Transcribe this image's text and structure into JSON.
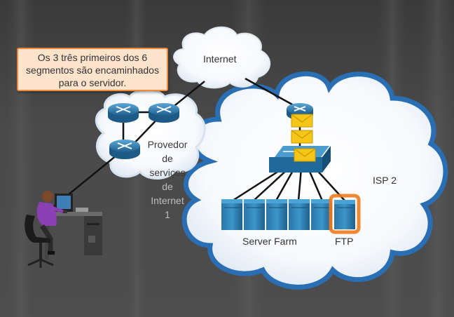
{
  "callout": {
    "lines": [
      "Os 3 três primeiros dos 6",
      "segmentos são encaminhados",
      "para o servidor."
    ]
  },
  "labels": {
    "internet": "Internet",
    "isp1": [
      "Provedor",
      "de",
      "serviços",
      "de",
      "Internet",
      "1"
    ],
    "isp2": "ISP 2",
    "server_farm": "Server Farm",
    "ftp": "FTP"
  },
  "colors": {
    "cloud_outline": "#2a6fb4",
    "router": "#2e7fb3",
    "server": "#2f86b8",
    "highlight": "#ef7a1c",
    "envelope": "#f5c518",
    "callout_border": "#ee8a3c",
    "callout_fill": "#fde3cc"
  },
  "icons": [
    "router-icon",
    "switch-icon",
    "server-icon",
    "envelope-icon",
    "user-workstation-icon"
  ],
  "segments_total": 6,
  "segments_forwarded": 3
}
